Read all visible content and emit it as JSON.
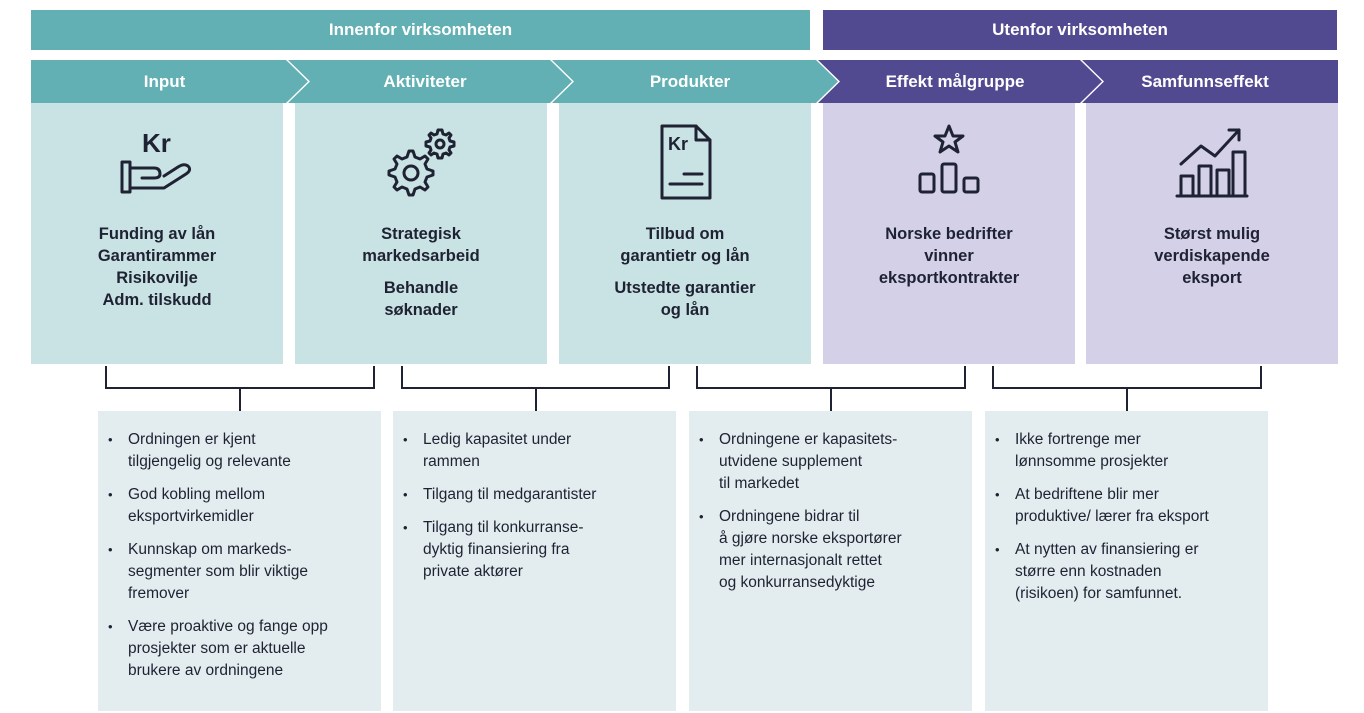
{
  "bands": {
    "inside": "Innenfor virksomheten",
    "outside": "Utenfor virksomheten"
  },
  "columns": [
    {
      "header": "Input",
      "icon": "hand-kr-icon",
      "texts": [
        "Funding av lån\nGarantirammer\nRisikovilje\nAdm. tilskudd"
      ]
    },
    {
      "header": "Aktiviteter",
      "icon": "gears-icon",
      "texts": [
        "Strategisk\nmarkedsarbeid",
        "Behandle\nsøknader"
      ]
    },
    {
      "header": "Produkter",
      "icon": "kr-document-icon",
      "texts": [
        "Tilbud om\ngarantietr og lån",
        "Utstedte garantier\nog lån"
      ]
    },
    {
      "header": "Effekt målgruppe",
      "icon": "podium-star-icon",
      "texts": [
        "Norske bedrifter\nvinner\neksportkontrakter"
      ]
    },
    {
      "header": "Samfunnseffekt",
      "icon": "growth-chart-icon",
      "texts": [
        "Størst mulig\nverdiskapende\neksport"
      ]
    }
  ],
  "boxes": [
    {
      "items": [
        "Ordningen er kjent\ntilgjengelig og relevante",
        "God kobling mellom\neksportvirkemidler",
        "Kunnskap om markeds-\nsegmenter som blir viktige\nfremover",
        "Være proaktive og fange opp\nprosjekter som er aktuelle\nbrukere av ordningene"
      ]
    },
    {
      "items": [
        "Ledig kapasitet under\nrammen",
        "Tilgang til medgarantister",
        "Tilgang til konkurranse-\ndyktig finansiering fra\nprivate aktører"
      ]
    },
    {
      "items": [
        "Ordningene er kapasitets-\nutvidene supplement\ntil markedet",
        "Ordningene bidrar til\nå gjøre norske eksportører\nmer internasjonalt rettet\nog konkurransedyktige"
      ]
    },
    {
      "items": [
        "Ikke fortrenge mer\nlønnsomme prosjekter",
        "At bedriftene blir mer\nproduktive/ lærer fra eksport",
        "At nytten av finansiering er\nstørre enn kostnaden\n(risikoen) for samfunnet."
      ]
    }
  ],
  "colors": {
    "teal": "#62b0b4",
    "teal_light": "#c9e2e3",
    "purple": "#524a91",
    "purple_light": "#d3d0e8",
    "box": "#e3ecee",
    "ink": "#1e2233"
  }
}
